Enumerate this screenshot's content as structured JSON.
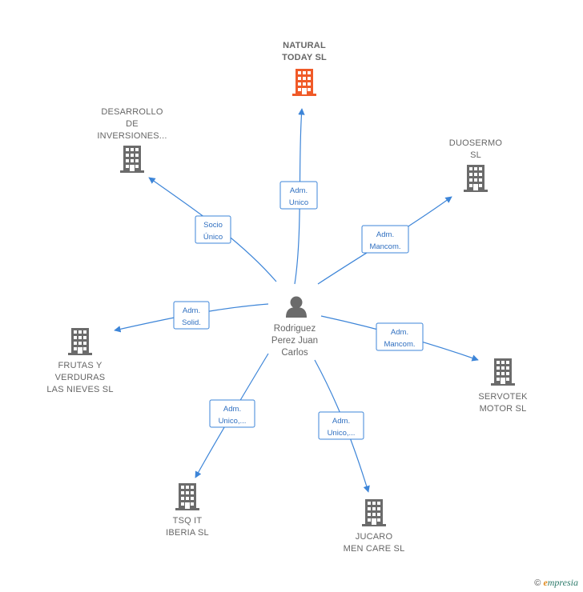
{
  "center": {
    "name_lines": [
      "Rodriguez",
      "Perez Juan",
      "Carlos"
    ],
    "icon": "person-icon"
  },
  "companies": [
    {
      "id": "natural",
      "lines": [
        "NATURAL",
        "TODAY  SL"
      ],
      "highlight": true,
      "icon": "building-icon",
      "color": "#f05a28"
    },
    {
      "id": "desarrollo",
      "lines": [
        "DESARROLLO",
        "DE",
        "INVERSIONES..."
      ],
      "highlight": false,
      "icon": "building-icon",
      "color": "#6b6b6b"
    },
    {
      "id": "duosermo",
      "lines": [
        "DUOSERMO",
        "SL"
      ],
      "highlight": false,
      "icon": "building-icon",
      "color": "#6b6b6b"
    },
    {
      "id": "frutas",
      "lines": [
        "FRUTAS Y",
        "VERDURAS",
        "LAS NIEVES SL"
      ],
      "highlight": false,
      "icon": "building-icon",
      "color": "#6b6b6b"
    },
    {
      "id": "servotek",
      "lines": [
        "SERVOTEK",
        "MOTOR SL"
      ],
      "highlight": false,
      "icon": "building-icon",
      "color": "#6b6b6b"
    },
    {
      "id": "tsq",
      "lines": [
        "TSQ IT",
        "IBERIA  SL"
      ],
      "highlight": false,
      "icon": "building-icon",
      "color": "#6b6b6b"
    },
    {
      "id": "jucaro",
      "lines": [
        "JUCARO",
        "MEN CARE  SL"
      ],
      "highlight": false,
      "icon": "building-icon",
      "color": "#6b6b6b"
    }
  ],
  "relations": [
    {
      "target": "natural",
      "role_lines": [
        "Adm.",
        "Unico"
      ]
    },
    {
      "target": "desarrollo",
      "role_lines": [
        "Socio",
        "Único"
      ]
    },
    {
      "target": "duosermo",
      "role_lines": [
        "Adm.",
        "Mancom."
      ]
    },
    {
      "target": "frutas",
      "role_lines": [
        "Adm.",
        "Solid."
      ]
    },
    {
      "target": "servotek",
      "role_lines": [
        "Adm.",
        "Mancom."
      ]
    },
    {
      "target": "tsq",
      "role_lines": [
        "Adm.",
        "Unico,..."
      ]
    },
    {
      "target": "jucaro",
      "role_lines": [
        "Adm.",
        "Unico,..."
      ]
    }
  ],
  "colors": {
    "edge": "#3d85d8",
    "highlight": "#f05a28",
    "building": "#6b6b6b",
    "person": "#6b6b6b"
  },
  "footer": {
    "copyright": "©",
    "brand_initial": "e",
    "brand_rest": "mpresia"
  }
}
